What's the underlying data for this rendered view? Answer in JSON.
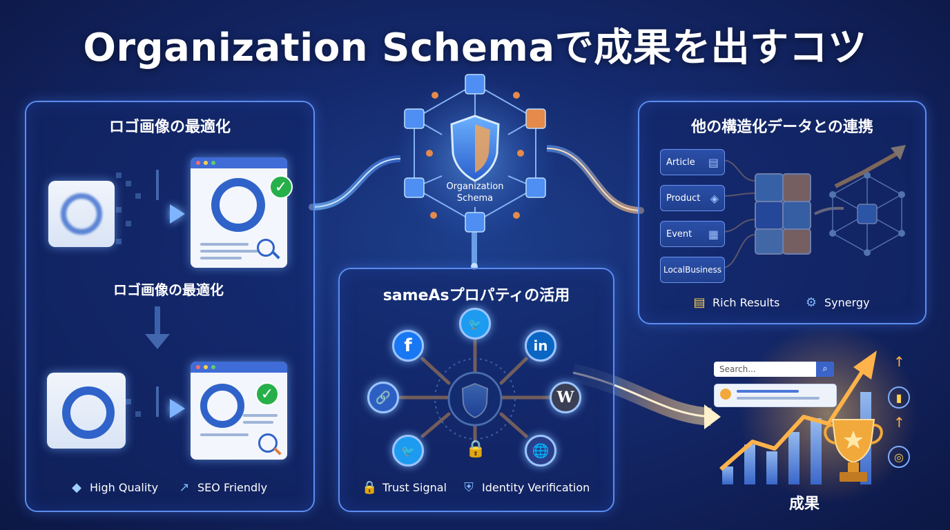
{
  "title": "Organization Schemaで成果を出すコツ",
  "hub": {
    "line1": "Organization",
    "line2": "Schema"
  },
  "logo_panel": {
    "title": "ロゴ画像の最適化",
    "middle_label": "ロゴ画像の最適化",
    "features": [
      {
        "icon": "diamond-icon",
        "label": "High Quality"
      },
      {
        "icon": "trend-up-icon",
        "label": "SEO Friendly"
      }
    ]
  },
  "sameas_panel": {
    "title": "sameAsプロパティの活用",
    "social_icons": [
      {
        "name": "twitter-icon",
        "glyph": "🐦",
        "color": "#1d9bf0"
      },
      {
        "name": "facebook-icon",
        "glyph": "f",
        "color": "#1877f2"
      },
      {
        "name": "linkedin-icon",
        "glyph": "in",
        "color": "#0a66c2"
      },
      {
        "name": "link-icon",
        "glyph": "🔗",
        "color": "#2d5fc2"
      },
      {
        "name": "wordpress-icon",
        "glyph": "W",
        "color": "#3a3f55"
      },
      {
        "name": "twitter-icon",
        "glyph": "🐦",
        "color": "#1d9bf0"
      },
      {
        "name": "globe-icon",
        "glyph": "🌐",
        "color": "#2a3f8a"
      },
      {
        "name": "lock-icon",
        "glyph": "🔒",
        "color": "#e4a72c"
      }
    ],
    "features": [
      {
        "icon": "lock-icon",
        "label": "Trust Signal"
      },
      {
        "icon": "shield-icon",
        "label": "Identity Verification"
      }
    ]
  },
  "structured_panel": {
    "title": "他の構造化データとの連携",
    "tags": [
      {
        "label": "Article",
        "icon": "document-icon",
        "glyph": "▤"
      },
      {
        "label": "Product",
        "icon": "tag-icon",
        "glyph": "◈"
      },
      {
        "label": "Event",
        "icon": "calendar-icon",
        "glyph": "▦"
      },
      {
        "label": "LocalBusiness",
        "icon": "",
        "glyph": ""
      }
    ],
    "features": [
      {
        "icon": "rich-results-icon",
        "label": "Rich Results"
      },
      {
        "icon": "gears-icon",
        "label": "Synergy"
      }
    ]
  },
  "results": {
    "search_placeholder": "Search...",
    "label": "成果"
  },
  "colors": {
    "panel_border": "#5c8df0",
    "glow_blue": "#7fb5ff",
    "glow_orange": "#ffb347",
    "check_green": "#27b04a",
    "chain_orange": "#e9a04a"
  }
}
